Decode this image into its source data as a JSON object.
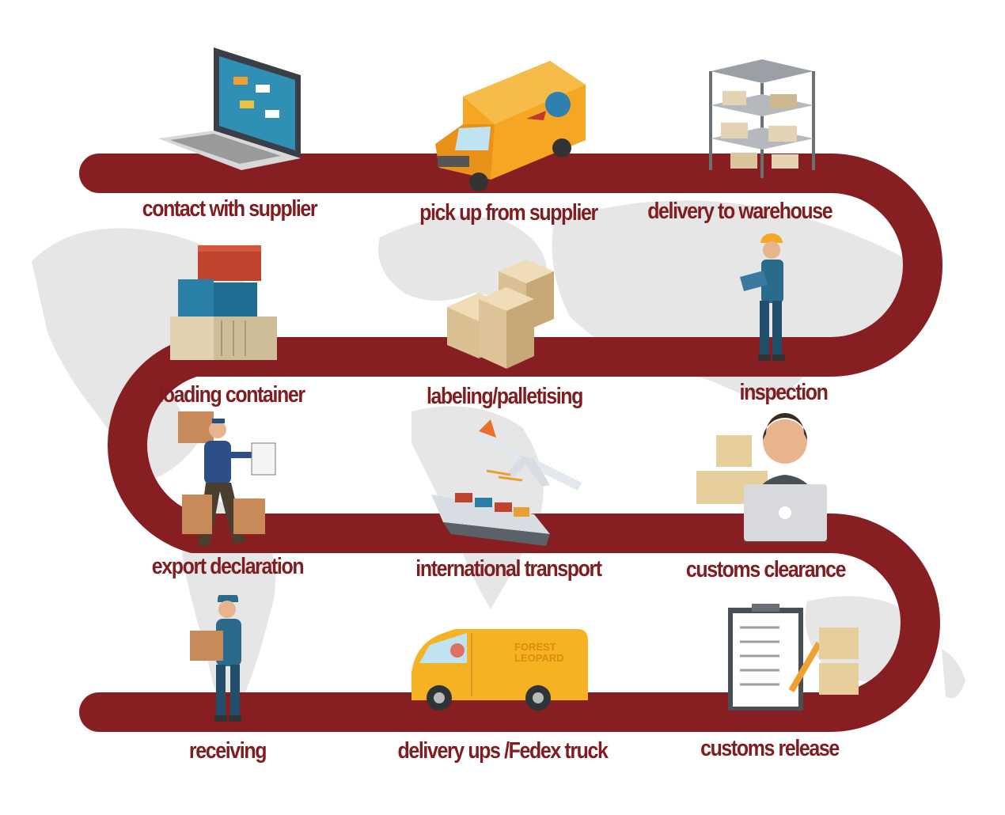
{
  "colors": {
    "path": "#871f22",
    "label": "#7f1d20",
    "map": "#e6e6e6"
  },
  "steps": [
    {
      "label": "contact with supplier",
      "icon": "laptop-icon"
    },
    {
      "label": "pick up from supplier",
      "icon": "van-icon"
    },
    {
      "label": "delivery to warehouse",
      "icon": "warehouse-shelf-icon"
    },
    {
      "label": "inspection",
      "icon": "inspector-icon"
    },
    {
      "label": "labeling/palletising",
      "icon": "wooden-crates-icon"
    },
    {
      "label": "loading container",
      "icon": "containers-icon"
    },
    {
      "label": "export declaration",
      "icon": "porter-icon"
    },
    {
      "label": "international  transport",
      "icon": "plane-ship-icon"
    },
    {
      "label": "customs clearance",
      "icon": "customs-officer-icon"
    },
    {
      "label": "customs release",
      "icon": "clipboard-icon"
    },
    {
      "label": "delivery ups /Fedex truck",
      "icon": "delivery-truck-icon"
    },
    {
      "label": "receiving",
      "icon": "receiver-icon"
    }
  ],
  "truck_brand": "FOREST LEOPARD"
}
